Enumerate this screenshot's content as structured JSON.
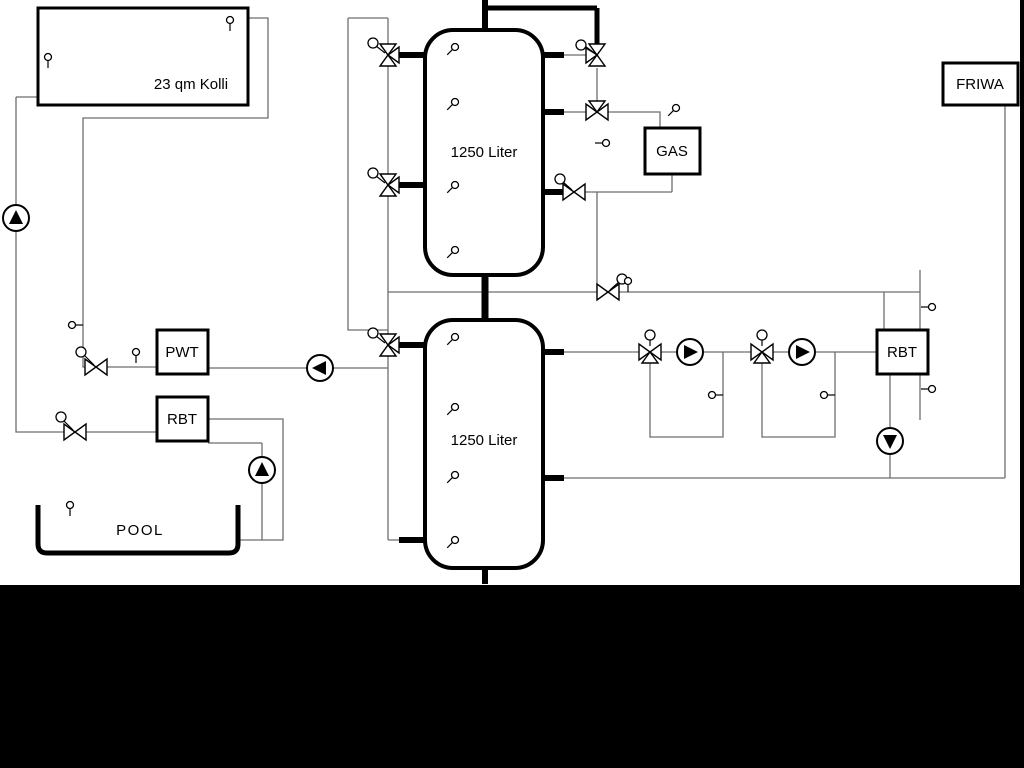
{
  "colors": {
    "canvas": "#ffffff",
    "mask": "#000000",
    "pipe": "#6e6e6e",
    "line": "#000000"
  },
  "labels": {
    "collector": "23 qm Kolli",
    "tank1": "1250 Liter",
    "tank2": "1250 Liter",
    "pwt": "PWT",
    "rbt_left": "RBT",
    "gas": "GAS",
    "friwa": "FRIWA",
    "rbt_right": "RBT",
    "pool": "POOL"
  },
  "symbols": {
    "pump-icon": "circle with filled directional triangle",
    "valve-icon": "bowtie of two hollow triangles",
    "three-way-valve-icon": "bowtie with third triangle branch",
    "sensor-icon": "small circle with short stem",
    "actuator-icon": "small circle linked to valve"
  }
}
